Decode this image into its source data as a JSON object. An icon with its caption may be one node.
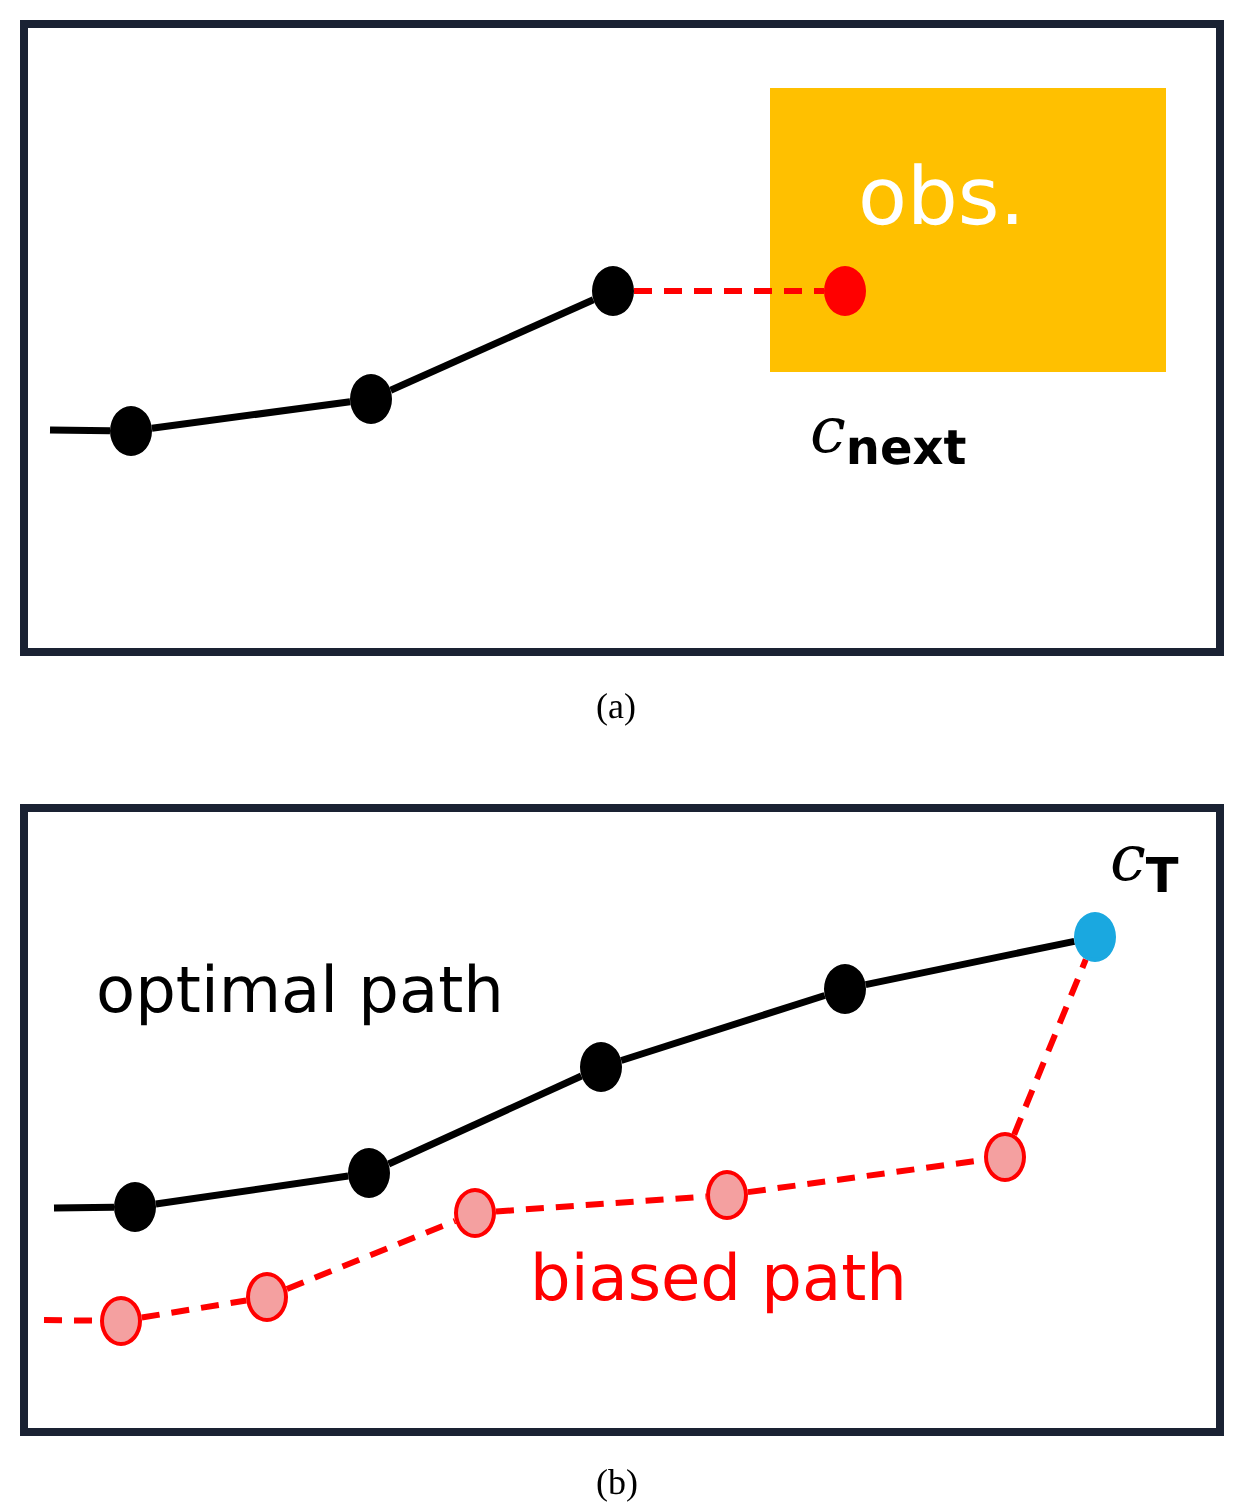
{
  "diagram": {
    "nodes": [
      {
        "text": [],
        "shape": "box",
        "beside": [
          "(a)"
        ]
      },
      {
        "text": [
          "obs."
        ],
        "in": 0
      },
      {
        "text": [],
        "shape": "circle",
        "in": 0
      },
      {
        "text": [],
        "shape": "circle",
        "in": 0
      },
      {
        "text": [],
        "shape": "circle",
        "in": 0
      },
      {
        "text": [],
        "shape": "circle",
        "in": 1
      },
      {
        "text": [],
        "shape": "box",
        "beside": [
          "(b)"
        ]
      },
      {
        "text": [],
        "shape": "circle",
        "in": 6
      },
      {
        "text": [],
        "shape": "circle",
        "in": 6
      },
      {
        "text": [],
        "shape": "circle",
        "in": 6
      },
      {
        "text": [],
        "shape": "circle",
        "in": 6
      },
      {
        "text": [],
        "shape": "circle",
        "in": 6,
        "beside": [
          "*c*$_{T}$"
        ]
      },
      {
        "text": [],
        "shape": "circle",
        "in": 6
      },
      {
        "text": [],
        "shape": "circle",
        "in": 6
      },
      {
        "text": [],
        "shape": "circle",
        "in": 6
      },
      {
        "text": [],
        "shape": "circle",
        "in": 6
      },
      {
        "text": [],
        "shape": "circle",
        "in": 6
      }
    ],
    "edges": [
      {
        "from": null,
        "to": 2,
        "arrow": "none"
      },
      {
        "from": 2,
        "to": 3,
        "arrow": "none"
      },
      {
        "from": 3,
        "to": 4,
        "arrow": "none"
      },
      {
        "from": 4,
        "to": 5,
        "arrow": "none",
        "style": "dashed",
        "color": "#ff0000"
      },
      {
        "from": null,
        "to": 7,
        "arrow": "none"
      },
      {
        "from": 7,
        "to": 8,
        "arrow": "none"
      },
      {
        "from": 8,
        "to": 9,
        "arrow": "none"
      },
      {
        "from": 9,
        "to": 10,
        "arrow": "none"
      },
      {
        "from": 10,
        "to": 11,
        "arrow": "none"
      },
      {
        "from": null,
        "to": 12,
        "arrow": "none",
        "style": "dashed",
        "color": "#ff0000"
      },
      {
        "from": 12,
        "to": 13,
        "arrow": "none",
        "style": "dashed",
        "color": "#ff0000"
      },
      {
        "from": 13,
        "to": 14,
        "arrow": "none",
        "style": "dashed",
        "color": "#ff0000"
      },
      {
        "from": 14,
        "to": 15,
        "arrow": "none",
        "style": "dashed",
        "color": "#ff0000"
      },
      {
        "from": 15,
        "to": 16,
        "arrow": "none",
        "style": "dashed",
        "color": "#ff0000"
      },
      {
        "from": 16,
        "to": 11,
        "arrow": "none",
        "style": "dashed",
        "color": "#ff0000"
      }
    ],
    "labels": [
      "*c*$_{next}$",
      "optimal path",
      "biased path"
    ]
  }
}
